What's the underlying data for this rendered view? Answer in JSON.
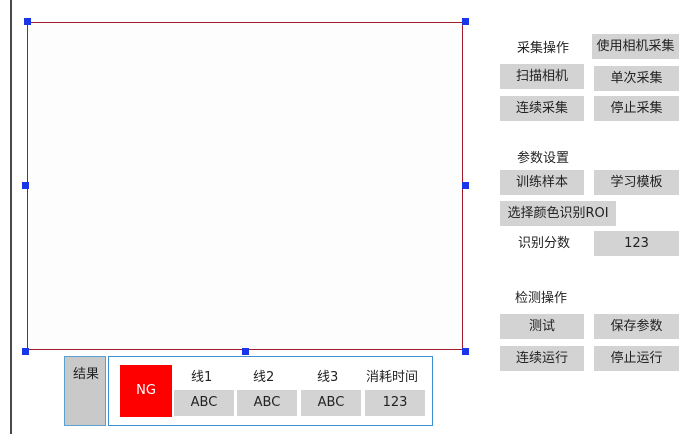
{
  "capture": {
    "section_label": "采集操作",
    "use_camera_button": "使用相机采集",
    "scan_camera_button": "扫描相机",
    "single_capture_button": "单次采集",
    "continuous_capture_button": "连续采集",
    "stop_capture_button": "停止采集"
  },
  "params": {
    "section_label": "参数设置",
    "train_sample_button": "训练样本",
    "learn_template_button": "学习模板",
    "select_color_roi_button": "选择颜色识别ROI",
    "score_label": "识别分数",
    "score_value": "123"
  },
  "detect": {
    "section_label": "检测操作",
    "test_button": "测试",
    "save_params_button": "保存参数",
    "continuous_run_button": "连续运行",
    "stop_run_button": "停止运行"
  },
  "result": {
    "label": "结果",
    "status": "NG",
    "status_color": "#ff0000",
    "columns": [
      {
        "header": "线1",
        "value": "ABC"
      },
      {
        "header": "线2",
        "value": "ABC"
      },
      {
        "header": "线3",
        "value": "ABC"
      },
      {
        "header": "消耗时间",
        "value": "123"
      }
    ]
  },
  "colors": {
    "canvas_border": "#a31b2f",
    "handle": "#1b35e8",
    "button_bg": "#d3d3d3",
    "panel_border": "#3d8fcf"
  }
}
